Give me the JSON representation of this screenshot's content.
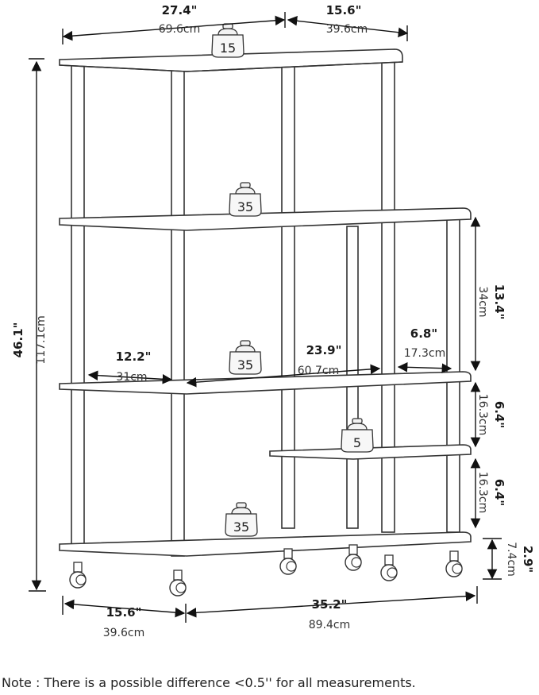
{
  "dimensions": {
    "top_width": {
      "in": "27.4\"",
      "cm": "69.6cm"
    },
    "top_depth": {
      "in": "15.6\"",
      "cm": "39.6cm"
    },
    "total_height": {
      "in": "46.1\"",
      "cm": "117.1cm"
    },
    "upper_gap": {
      "in": "13.4\"",
      "cm": "34cm"
    },
    "left_section": {
      "in": "12.2\"",
      "cm": "31cm"
    },
    "middle_width": {
      "in": "23.9\"",
      "cm": "60.7cm"
    },
    "right_section": {
      "in": "6.8\"",
      "cm": "17.3cm"
    },
    "small_gap_1": {
      "in": "6.4\"",
      "cm": "16.3cm"
    },
    "small_gap_2": {
      "in": "6.4\"",
      "cm": "16.3cm"
    },
    "caster_height": {
      "in": "2.9\"",
      "cm": "7.4cm"
    },
    "base_depth": {
      "in": "15.6\"",
      "cm": "39.6cm"
    },
    "base_width": {
      "in": "35.2\"",
      "cm": "89.4cm"
    }
  },
  "weights": {
    "top_shelf": "15",
    "second_shelf": "35",
    "third_shelf": "35",
    "small_shelf": "5",
    "bottom_shelf": "35"
  },
  "note": "Note : There is a possible difference <0.5'' for all measurements."
}
